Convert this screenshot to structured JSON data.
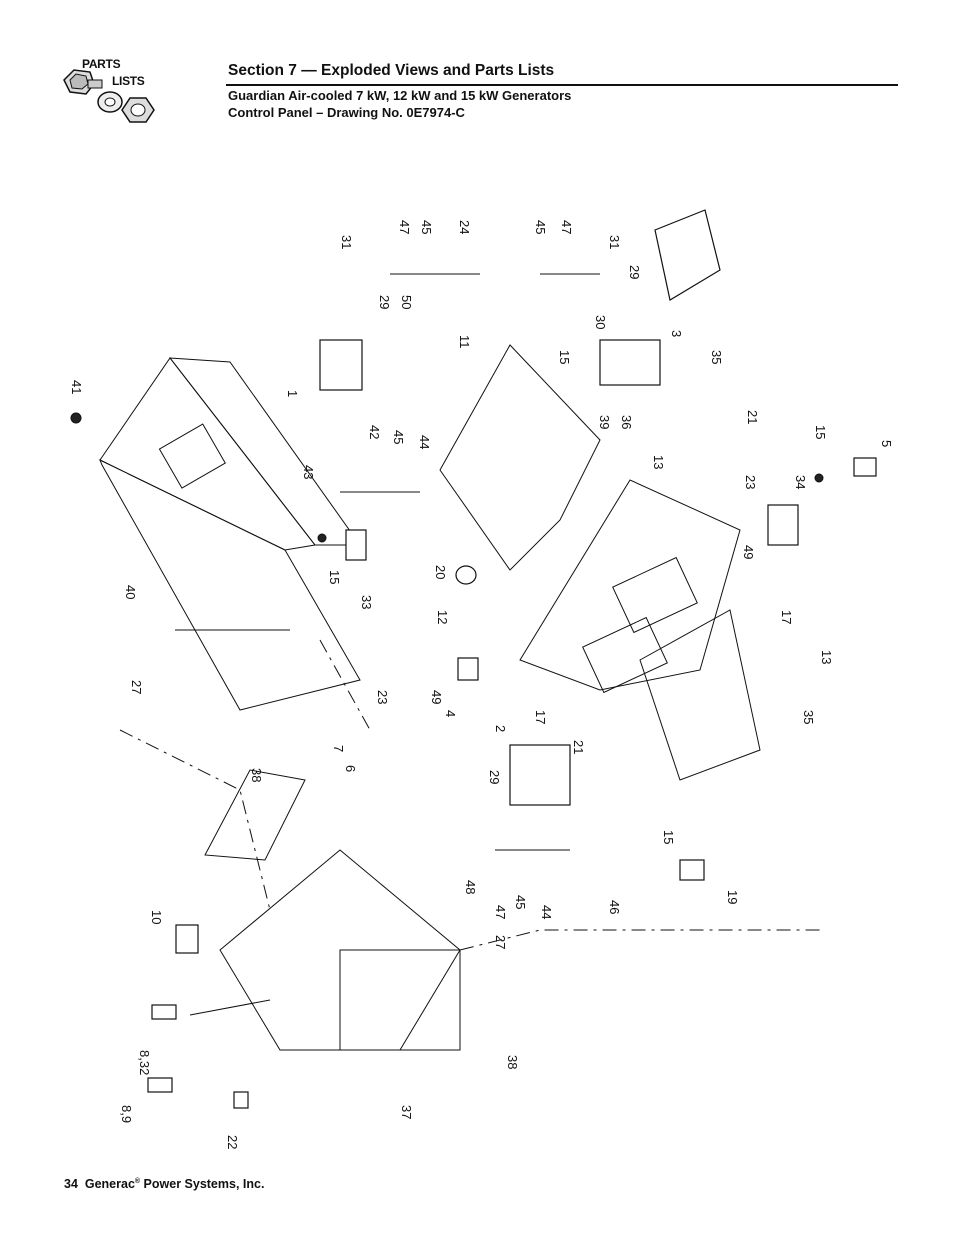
{
  "logo": {
    "line1": "PARTS",
    "line2": "LISTS"
  },
  "header": {
    "section_title": "Section 7 — Exploded Views and Parts Lists",
    "subtitle_line1": "Guardian Air-cooled 7 kW, 12 kW and 15 kW Generators",
    "subtitle_line2": "Control Panel – Drawing No. 0E7974-C"
  },
  "footer": {
    "page_number": "34",
    "company": "Generac",
    "registered_mark": "®",
    "company_suffix": "Power Systems, Inc."
  },
  "callouts": [
    "31",
    "47",
    "45",
    "24",
    "45",
    "47",
    "31",
    "29",
    "29",
    "50",
    "11",
    "1",
    "30",
    "15",
    "3",
    "35",
    "41",
    "42",
    "45",
    "44",
    "43",
    "39",
    "36",
    "21",
    "13",
    "15",
    "5",
    "23",
    "34",
    "49",
    "20",
    "15",
    "33",
    "12",
    "40",
    "27",
    "17",
    "13",
    "23",
    "49",
    "4",
    "17",
    "35",
    "2",
    "21",
    "38",
    "7",
    "6",
    "29",
    "15",
    "48",
    "47",
    "45",
    "44",
    "46",
    "19",
    "10",
    "27",
    "8,32",
    "38",
    "8,9",
    "37",
    "22"
  ]
}
